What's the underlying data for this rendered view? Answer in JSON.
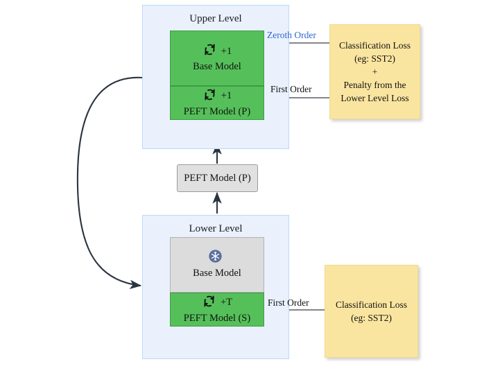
{
  "diagram": {
    "title": "Bilevel PEFT optimization diagram",
    "colors": {
      "level_bg": "#eaf1fd",
      "level_border": "#bcd8f7",
      "model_green": "#55c05a",
      "model_gray": "#dcdcdc",
      "note_yellow": "#fae5a0",
      "link_blue": "#3366cc",
      "snow_circle": "#5a6f9e",
      "arrow_dark": "#2b3441"
    }
  },
  "upper_level": {
    "title": "Upper Level",
    "blocks": [
      {
        "label": "Base Model",
        "badge": "+1",
        "icon": "loop-icon",
        "fill": "green"
      },
      {
        "label": "PEFT Model (P)",
        "badge": "+1",
        "icon": "loop-icon",
        "fill": "green"
      }
    ]
  },
  "lower_level": {
    "title": "Lower Level",
    "blocks": [
      {
        "label": "Base Model",
        "badge": "",
        "icon": "snowflake-icon",
        "fill": "gray"
      },
      {
        "label": "PEFT Model (S)",
        "badge": "+T",
        "icon": "loop-icon",
        "fill": "green"
      }
    ]
  },
  "middle_box": {
    "label": "PEFT Model (P)"
  },
  "edge_labels": {
    "zeroth_order": "Zeroth Order",
    "first_order_upper": "First Order",
    "first_order_lower": "First Order"
  },
  "notes": {
    "upper": "Classification Loss\n(eg: SST2)\n+\nPenalty from the\nLower Level Loss",
    "lower": "Classification Loss\n(eg: SST2)"
  }
}
